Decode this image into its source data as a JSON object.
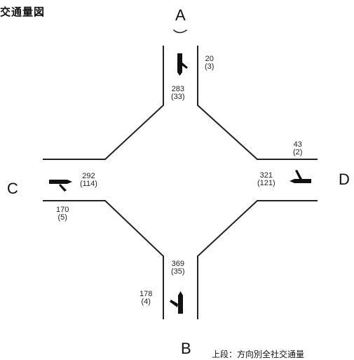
{
  "title": "交通量図",
  "legend_text": "上段：方向別全社交通量",
  "nodes": {
    "A": {
      "label": "A"
    },
    "B": {
      "label": "B"
    },
    "C": {
      "label": "C"
    },
    "D": {
      "label": "D"
    }
  },
  "volumes": {
    "a_right": {
      "total": "20",
      "large": "(3)"
    },
    "a_in": {
      "total": "283",
      "large": "(33)"
    },
    "d_right": {
      "total": "43",
      "large": "(2)"
    },
    "d_in": {
      "total": "321",
      "large": "(121)"
    },
    "c_in": {
      "total": "292",
      "large": "(114)"
    },
    "c_right": {
      "total": "170",
      "large": "(5)"
    },
    "b_in": {
      "total": "369",
      "large": "(35)"
    },
    "b_right": {
      "total": "178",
      "large": "(4)"
    }
  }
}
